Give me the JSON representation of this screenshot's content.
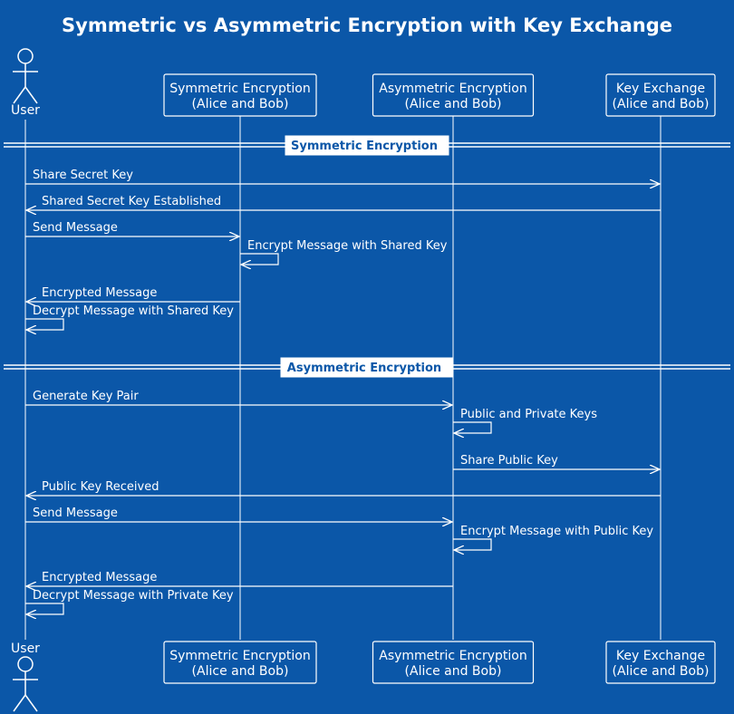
{
  "title": "Symmetric vs Asymmetric Encryption with Key Exchange",
  "colors": {
    "background": "#0b57a8",
    "foreground": "#ffffff"
  },
  "participants": [
    {
      "id": "user",
      "type": "actor",
      "name": "User"
    },
    {
      "id": "sym",
      "type": "box",
      "line1": "Symmetric Encryption",
      "line2": "(Alice and Bob)"
    },
    {
      "id": "asym",
      "type": "box",
      "line1": "Asymmetric Encryption",
      "line2": "(Alice and Bob)"
    },
    {
      "id": "kex",
      "type": "box",
      "line1": "Key Exchange",
      "line2": "(Alice and Bob)"
    }
  ],
  "sections": [
    {
      "title": "Symmetric Encryption",
      "messages": [
        {
          "from": "user",
          "to": "kex",
          "text": "Share Secret Key"
        },
        {
          "from": "kex",
          "to": "user",
          "text": "Shared Secret Key Established"
        },
        {
          "from": "user",
          "to": "sym",
          "text": "Send Message"
        },
        {
          "from": "sym",
          "to": "sym",
          "text": "Encrypt Message with Shared Key"
        },
        {
          "from": "sym",
          "to": "user",
          "text": "Encrypted Message"
        },
        {
          "from": "user",
          "to": "user",
          "text": "Decrypt Message with Shared Key"
        }
      ]
    },
    {
      "title": "Asymmetric Encryption",
      "messages": [
        {
          "from": "user",
          "to": "asym",
          "text": "Generate Key Pair"
        },
        {
          "from": "asym",
          "to": "asym",
          "text": "Public and Private Keys"
        },
        {
          "from": "asym",
          "to": "kex",
          "text": "Share Public Key"
        },
        {
          "from": "kex",
          "to": "user",
          "text": "Public Key Received"
        },
        {
          "from": "user",
          "to": "asym",
          "text": "Send Message"
        },
        {
          "from": "asym",
          "to": "asym",
          "text": "Encrypt Message with Public Key"
        },
        {
          "from": "asym",
          "to": "user",
          "text": "Encrypted Message"
        },
        {
          "from": "user",
          "to": "user",
          "text": "Decrypt Message with Private Key"
        }
      ]
    }
  ]
}
